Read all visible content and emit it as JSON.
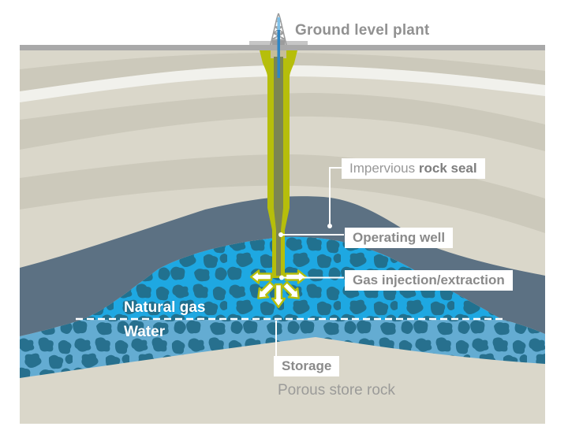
{
  "diagram": {
    "title": "Ground level plant",
    "callouts": {
      "impervious_prefix": "Impervious ",
      "impervious_bold": "rock seal",
      "operating_well": "Operating well",
      "gas_injection": "Gas injection/extraction",
      "storage": "Storage"
    },
    "zone_labels": {
      "natural_gas": "Natural gas",
      "water": "Water",
      "porous_rock": "Porous store rock"
    },
    "icons": {
      "derrick": "oil-derrick-icon",
      "arrows": "gas-flow-arrows-icon"
    },
    "colors": {
      "gas_blue": "#1EA8E2",
      "gas_blob": "#21718F",
      "water_blue": "#64ACD2",
      "water_blob": "#27708E",
      "seal_slate": "#5C7183",
      "well_green": "#B6BE0B",
      "well_core": "#7C8552",
      "wellhead_tan": "#C6BD98",
      "pipe_blue": "#2F86C4",
      "rock_beige": "#DAD7CA",
      "rock_band": "#CCC9BB",
      "rock_white_stripe": "#F1F1EC",
      "ground_gray": "#A9A9A9",
      "label_gray": "#8A8A8A",
      "label_bg": "#FFFFFF",
      "connector_white": "#FFFFFF"
    }
  }
}
